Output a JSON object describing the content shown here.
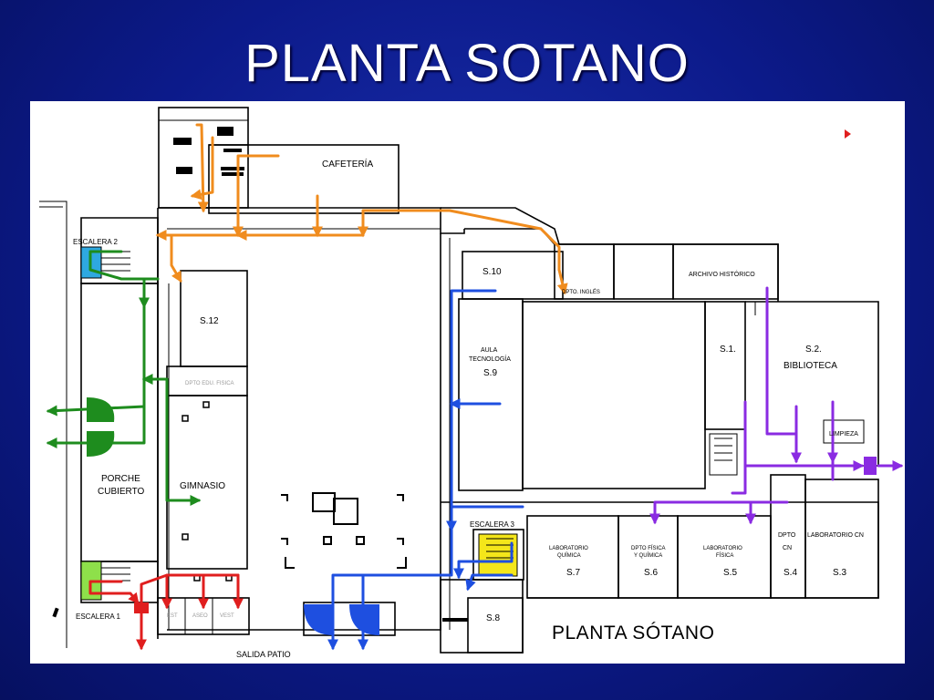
{
  "slide": {
    "title": "PLANTA SOTANO"
  },
  "plan": {
    "caption": "PLANTA SÓTANO",
    "rooms": {
      "cafeteria": "CAFETERÍA",
      "escalera2": "ESCALERA 2",
      "s10": "S.10",
      "dpto_ingles": "DPTO. INGLÉS",
      "archivo": "ARCHIVO HISTÓRICO",
      "s12": "S.12",
      "aula_tec_1": "AULA",
      "aula_tec_2": "TECNOLOGÍA",
      "s9": "S.9",
      "s1": "S.1.",
      "s2": "S.2.",
      "biblioteca": "BIBLIOTECA",
      "dpto_edu_fisica": "DPTO EDU. FISICA",
      "limpieza": "LIMPIEZA",
      "porche_1": "PORCHE",
      "porche_2": "CUBIERTO",
      "gimnasio": "GIMNASIO",
      "escalera3": "ESCALERA 3",
      "lab_quimica_1": "LABORATORIO",
      "lab_quimica_2": "QUÍMICA",
      "dpto_fq_1": "DPTO FÍSICA",
      "dpto_fq_2": "Y QUÍMICA",
      "lab_fisica_1": "LABORATORIO",
      "lab_fisica_2": "FÍSICA",
      "dpto_cn_1": "DPTO",
      "dpto_cn_2": "CN",
      "lab_cn": "LABORATORIO CN",
      "s7": "S.7",
      "s6": "S.6",
      "s5": "S.5",
      "s4": "S.4",
      "s3": "S.3",
      "s8": "S.8",
      "escalera1": "ESCALERA 1",
      "est": "EST",
      "aseo": "ASEO",
      "vest": "VEST",
      "salida_patio": "SALIDA PATIO"
    },
    "route_colors": {
      "orange": "#f08c1e",
      "green": "#1e8c1e",
      "blue": "#1e4fe0",
      "purple": "#8a2be2",
      "red": "#e01e1e"
    }
  }
}
